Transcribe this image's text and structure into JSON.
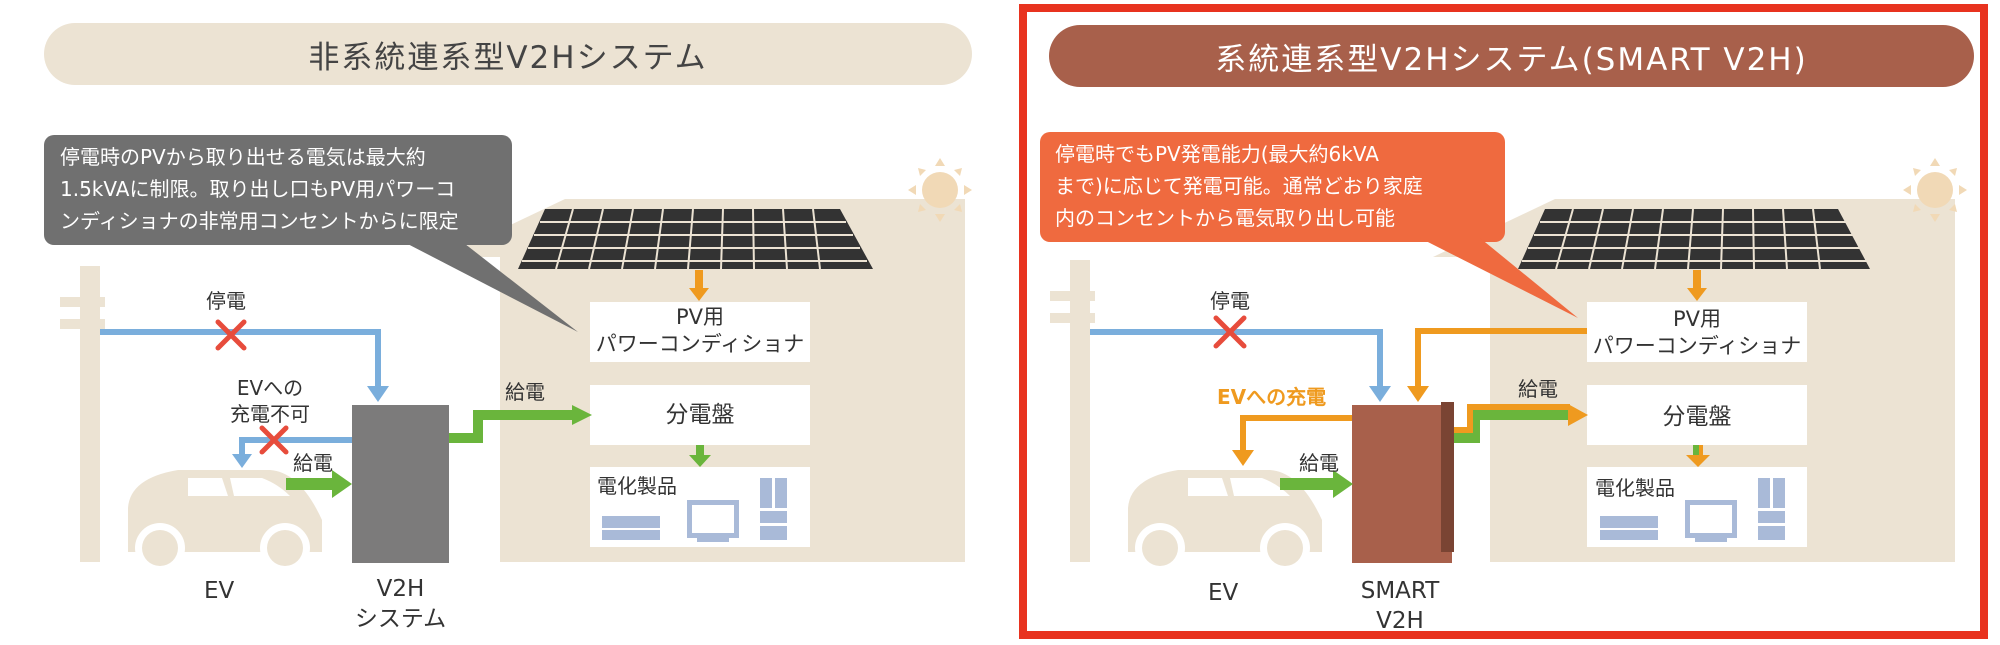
{
  "left": {
    "title": "非系統連系型V2Hシステム",
    "callout": [
      "停電時のPVから取り出せる電気は最大約",
      "1.5kVAに制限。取り出し口もPV用パワーコ",
      "ンディショナの非常用コンセントからに限定"
    ],
    "outage_label": "停電",
    "ev_no_charge_label": [
      "EVへの",
      "充電不可"
    ],
    "supply_label_ev": "給電",
    "supply_label_house": "給電",
    "pv_box": [
      "PV用",
      "パワーコンディショナ"
    ],
    "panel_box": "分電盤",
    "appliances_label": "電化製品",
    "ev_label": "EV",
    "device_label": [
      "V2H",
      "システム"
    ],
    "colors": {
      "title_bg": "#ece3d3",
      "callout_bg": "#707070",
      "device": "#7c7b7b",
      "house": "#ece3d3"
    }
  },
  "right": {
    "title": "系統連系型V2Hシステム(SMART V2H)",
    "callout": [
      "停電時でもPV発電能力(最大約6kVA",
      "まで)に応じて発電可能。通常どおり家庭",
      "内のコンセントから電気取り出し可能"
    ],
    "outage_label": "停電",
    "ev_charge_label": "EVへの充電",
    "supply_label_ev": "給電",
    "supply_label_house": "給電",
    "pv_box": [
      "PV用",
      "パワーコンディショナ"
    ],
    "panel_box": "分電盤",
    "appliances_label": "電化製品",
    "ev_label": "EV",
    "device_label": [
      "SMART",
      "V2H"
    ],
    "colors": {
      "title_bg": "#a8604b",
      "callout_bg": "#ef6a3f",
      "device": "#a8604b",
      "border": "#e8331f"
    }
  },
  "colors": {
    "grid_line": "#7aaedc",
    "supply_arrow": "#6ab53c",
    "pv_arrow": "#ef9a1f",
    "red_x": "#e74c3c",
    "solar_panel": "#333333",
    "sun": "#f1d9b6"
  }
}
